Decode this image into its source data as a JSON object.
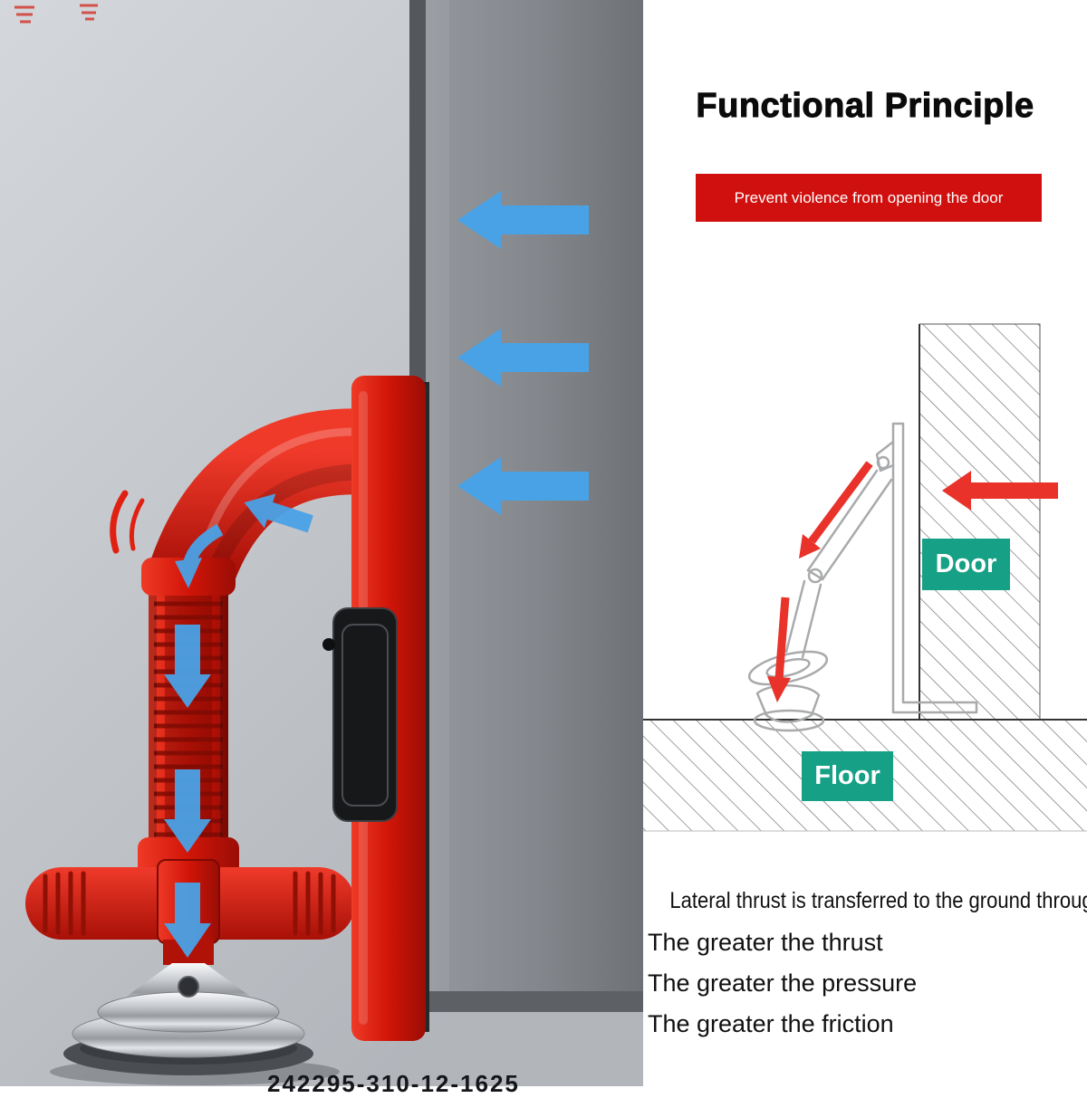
{
  "title": "Functional Principle",
  "banner": {
    "text": "Prevent violence from opening the door"
  },
  "diagram": {
    "door_label": "Door",
    "floor_label": "Floor"
  },
  "captions": {
    "line1": "Lateral thrust is transferred to the ground through multiple hinge",
    "line2": "The greater the thrust",
    "line3": "The greater the pressure",
    "line4": "The greater the friction"
  },
  "bottom_code": "242295-310-12-1625",
  "icons": {
    "left_force_arrows": "blue-left-arrow-icon",
    "down_force_arrows": "blue-down-arrow-icon",
    "thrust_arrows": "red-arrow-icon"
  },
  "colors": {
    "banner_red": "#d0100f",
    "label_green": "#16a085",
    "arrow_blue": "#4aa2e6",
    "device_red": "#d11508",
    "diagram_arrow_red": "#e8322a",
    "door_gray": "#85898e",
    "background_gray": "#c3c7cc"
  }
}
